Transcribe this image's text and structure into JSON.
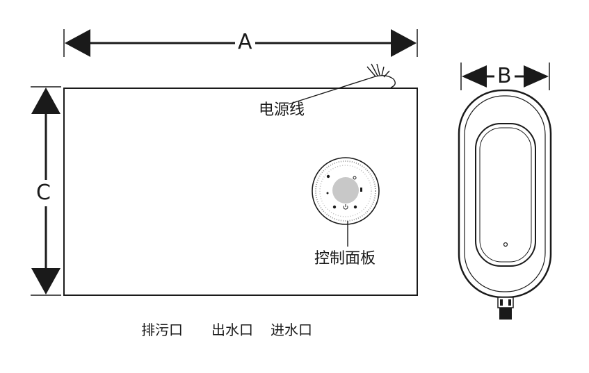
{
  "dimensions": {
    "a": "A",
    "b": "B",
    "c": "C"
  },
  "labels": {
    "power_cord": "电源线",
    "control_panel": "控制面板"
  },
  "ports": {
    "drain": "排污口",
    "water_out": "出水口",
    "water_in": "进水口"
  },
  "colors": {
    "line": "#1a1a1a",
    "knob": "#c8c8c8",
    "background": "#ffffff"
  },
  "icons": [
    "arrow-head-icon",
    "power-cord-icon",
    "control-panel-icon",
    "power-symbol-icon",
    "pipe-fitting-icon",
    "indicator-dot-icon"
  ]
}
